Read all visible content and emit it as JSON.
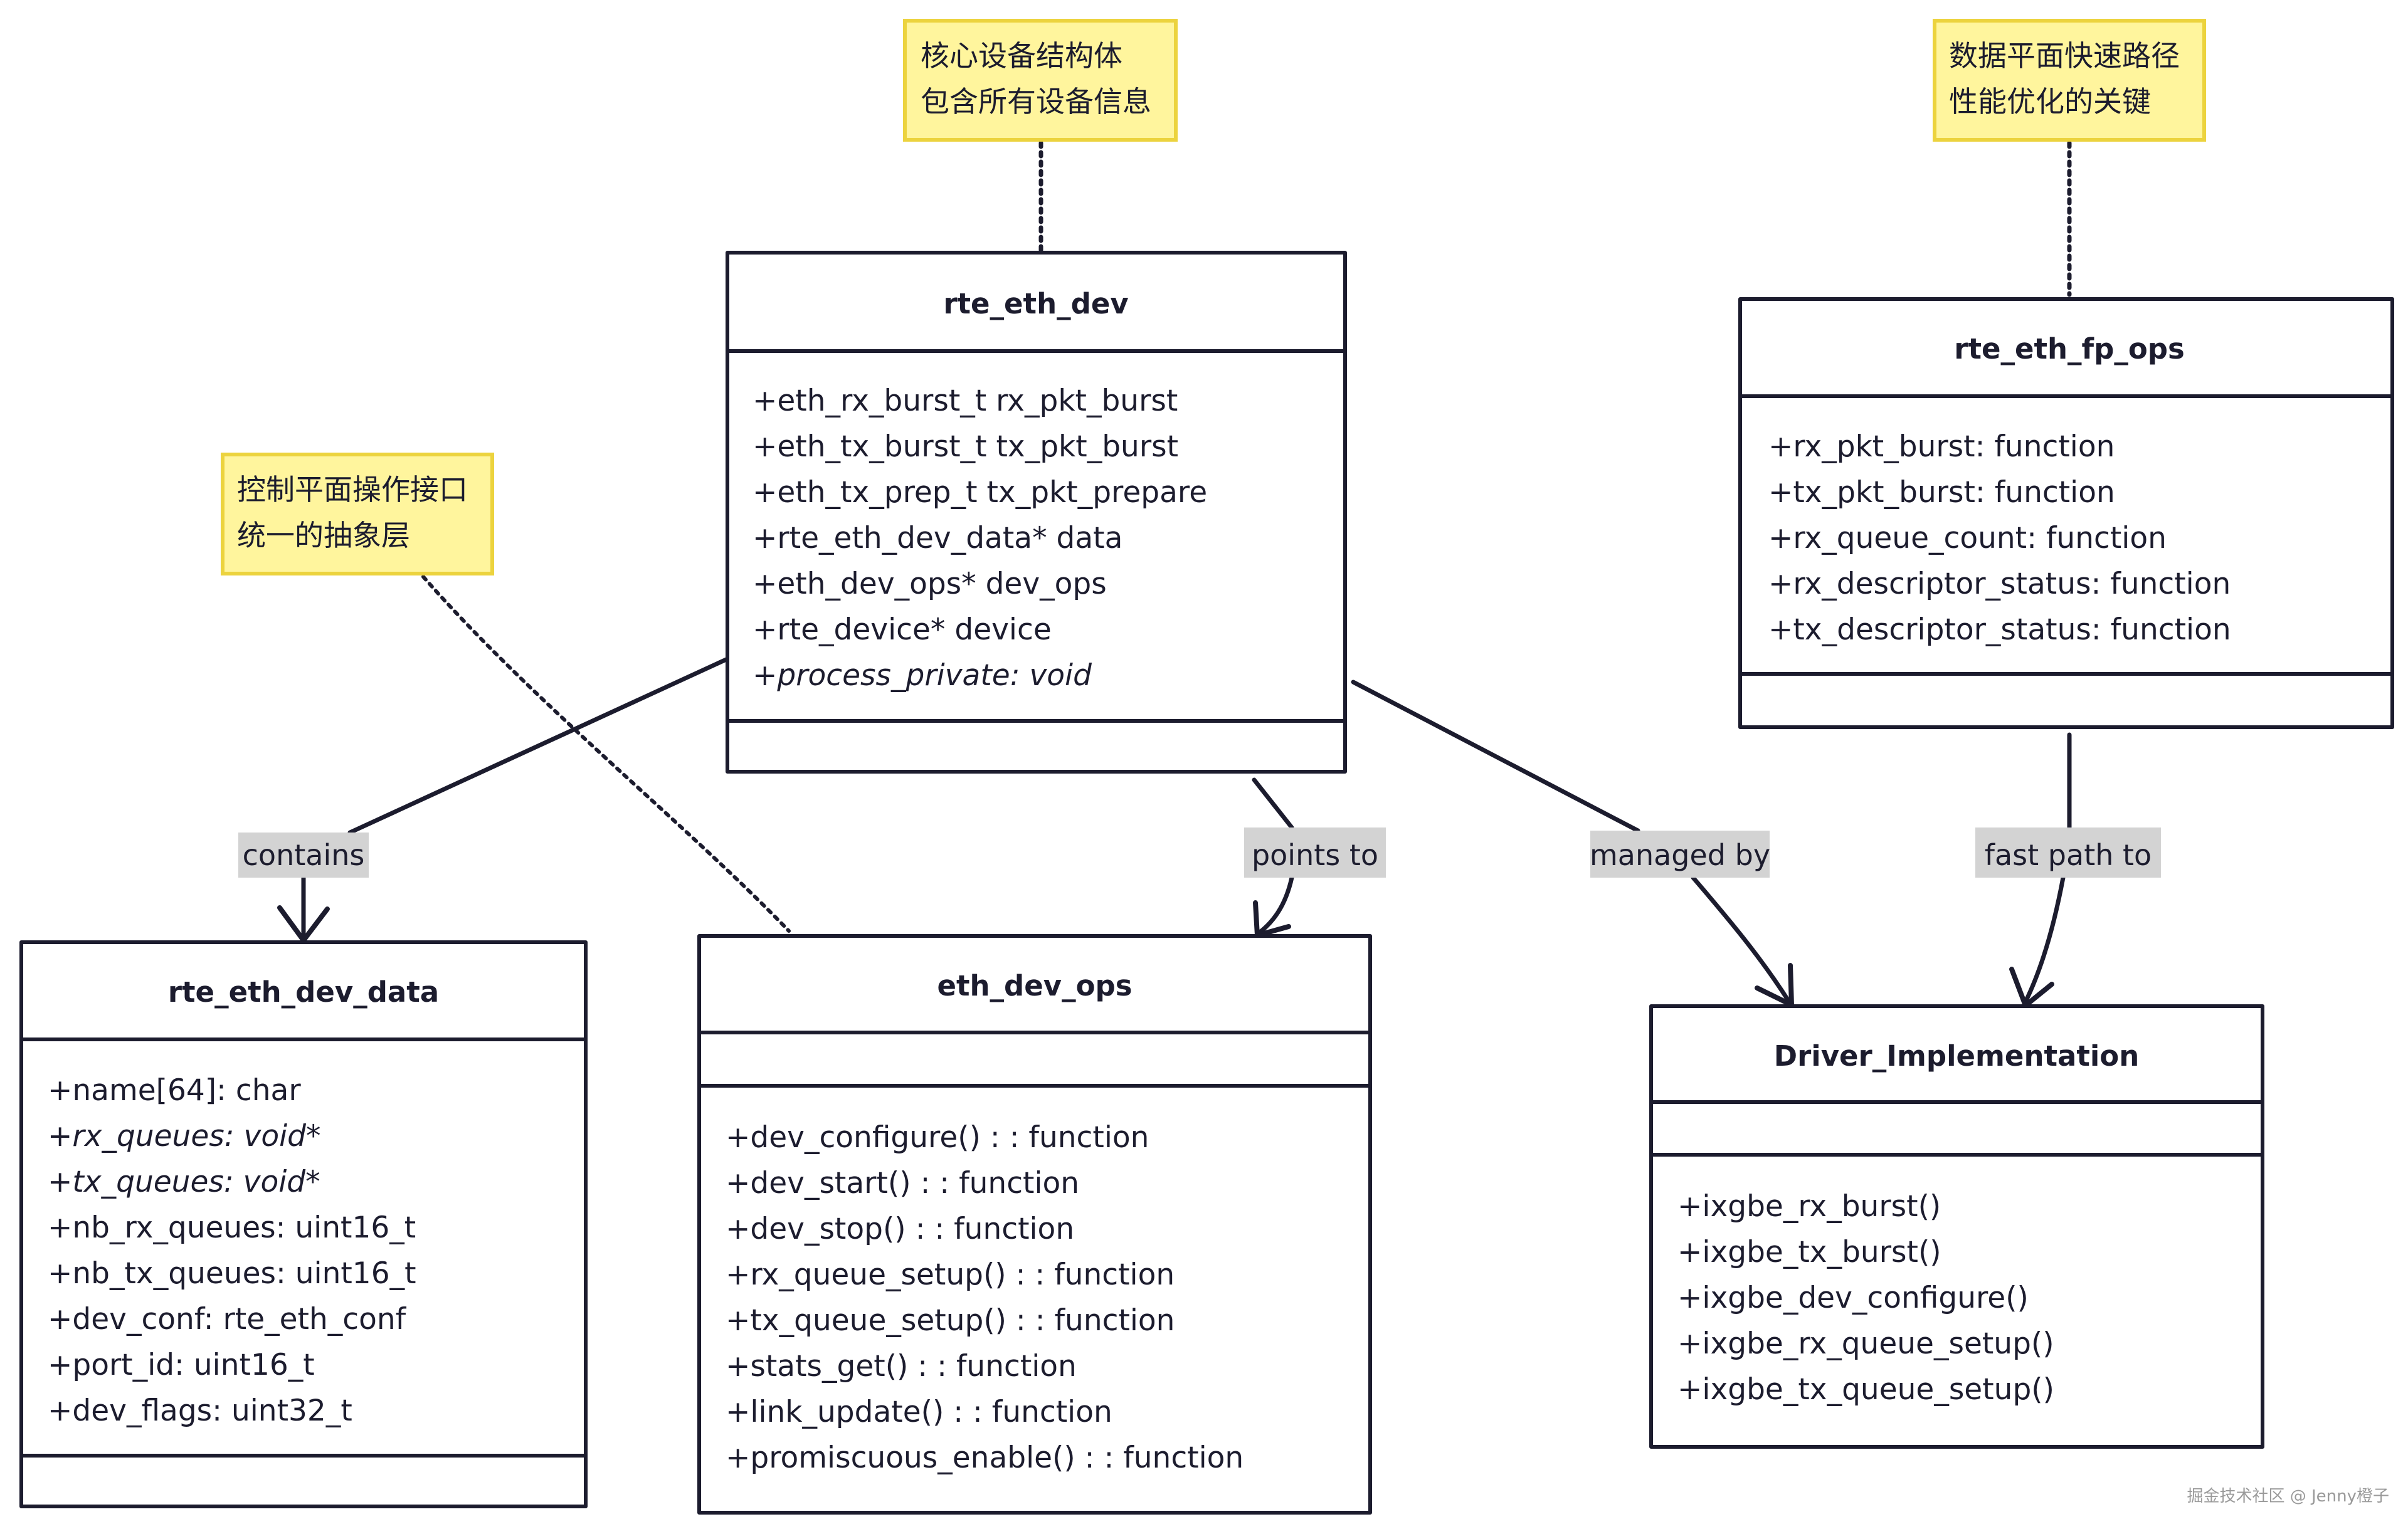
{
  "colors": {
    "ink": "#1c1c2e",
    "note_fill": "#fff59d",
    "note_stroke": "#ecd33e",
    "label_bg": "#d3d3d3",
    "watermark": "#9a9a9a"
  },
  "classes": {
    "rte_eth_dev": {
      "title": "rte_eth_dev",
      "attributes": [
        {
          "text": "+eth_rx_burst_t rx_pkt_burst",
          "italic": false
        },
        {
          "text": "+eth_tx_burst_t tx_pkt_burst",
          "italic": false
        },
        {
          "text": "+eth_tx_prep_t tx_pkt_prepare",
          "italic": false
        },
        {
          "text": "+rte_eth_dev_data* data",
          "italic": false
        },
        {
          "text": "+eth_dev_ops* dev_ops",
          "italic": false
        },
        {
          "text": "+rte_device* device",
          "italic": false
        },
        {
          "text": "+process_private: void",
          "italic": true
        }
      ],
      "methods": []
    },
    "rte_eth_fp_ops": {
      "title": "rte_eth_fp_ops",
      "attributes": [
        {
          "text": "+rx_pkt_burst: function",
          "italic": false
        },
        {
          "text": "+tx_pkt_burst: function",
          "italic": false
        },
        {
          "text": "+rx_queue_count: function",
          "italic": false
        },
        {
          "text": "+rx_descriptor_status: function",
          "italic": false
        },
        {
          "text": "+tx_descriptor_status: function",
          "italic": false
        }
      ],
      "methods": []
    },
    "rte_eth_dev_data": {
      "title": "rte_eth_dev_data",
      "attributes": [
        {
          "text": "+name[64]: char",
          "italic": false
        },
        {
          "text": "+rx_queues: void*",
          "italic": true
        },
        {
          "text": "+tx_queues: void*",
          "italic": true
        },
        {
          "text": "+nb_rx_queues: uint16_t",
          "italic": false
        },
        {
          "text": "+nb_tx_queues: uint16_t",
          "italic": false
        },
        {
          "text": "+dev_conf: rte_eth_conf",
          "italic": false
        },
        {
          "text": "+port_id: uint16_t",
          "italic": false
        },
        {
          "text": "+dev_flags: uint32_t",
          "italic": false
        }
      ],
      "methods": []
    },
    "eth_dev_ops": {
      "title": "eth_dev_ops",
      "attributes": [],
      "methods": [
        {
          "text": "+dev_configure() : : function",
          "italic": false
        },
        {
          "text": "+dev_start() : : function",
          "italic": false
        },
        {
          "text": "+dev_stop() : : function",
          "italic": false
        },
        {
          "text": "+rx_queue_setup() : : function",
          "italic": false
        },
        {
          "text": "+tx_queue_setup() : : function",
          "italic": false
        },
        {
          "text": "+stats_get() : : function",
          "italic": false
        },
        {
          "text": "+link_update() : : function",
          "italic": false
        },
        {
          "text": "+promiscuous_enable() : : function",
          "italic": false
        }
      ]
    },
    "driver_impl": {
      "title": "Driver_Implementation",
      "attributes": [],
      "methods": [
        {
          "text": "+ixgbe_rx_burst()",
          "italic": false
        },
        {
          "text": "+ixgbe_tx_burst()",
          "italic": false
        },
        {
          "text": "+ixgbe_dev_configure()",
          "italic": false
        },
        {
          "text": "+ixgbe_rx_queue_setup()",
          "italic": false
        },
        {
          "text": "+ixgbe_tx_queue_setup()",
          "italic": false
        }
      ]
    }
  },
  "notes": {
    "core": [
      "核心设备结构体",
      "包含所有设备信息"
    ],
    "fastpath": [
      "数据平面快速路径",
      "性能优化的关键"
    ],
    "control": [
      "控制平面操作接口",
      "统一的抽象层"
    ]
  },
  "relations": {
    "contains": "contains",
    "points_to": "points to",
    "managed_by": "managed by",
    "fast_path_to": "fast path to"
  },
  "watermark": "掘金技术社区 @ Jenny橙子"
}
